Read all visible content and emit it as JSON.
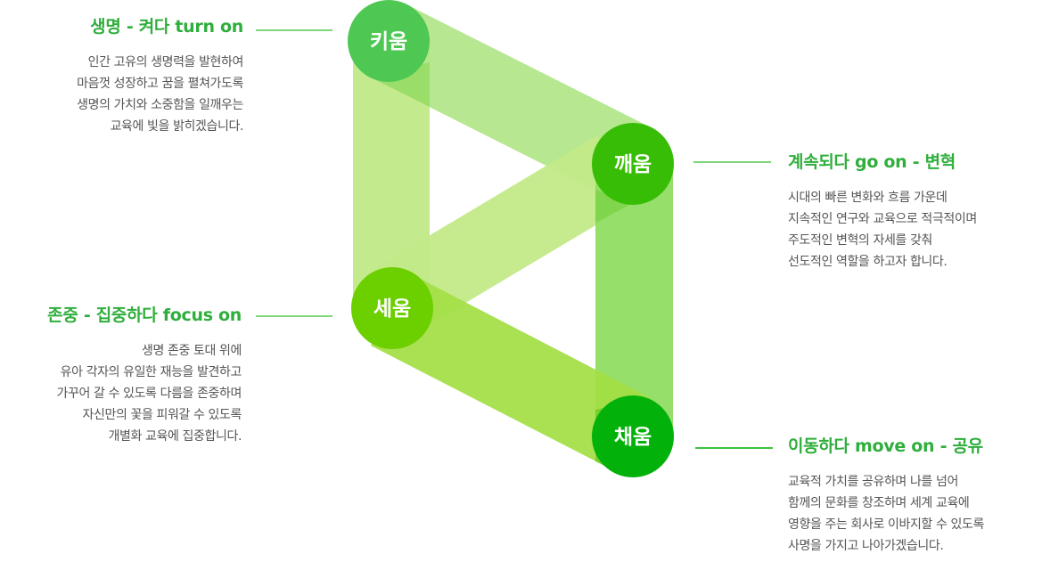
{
  "colors": {
    "title_green": "#2fae3c",
    "body_text": "#555555",
    "connector_light": "#7fd67a",
    "connector_dark": "#3cc23c",
    "node_kium": "#4fc853",
    "node_kkaeum": "#37bd05",
    "node_seum": "#6ccf00",
    "node_chaeum": "#03b10b",
    "band_left_vertical": "#c4ea8e",
    "band_top_diagonal": "#b3e68a",
    "band_middle_diagonal": "#c3ea88",
    "band_right_vertical": "#8edc5e",
    "band_bottom_diagonal": "#a3de44"
  },
  "nodes": [
    {
      "id": "kium",
      "label": "키움"
    },
    {
      "id": "kkaeum",
      "label": "깨움"
    },
    {
      "id": "seum",
      "label": "세움"
    },
    {
      "id": "chaeum",
      "label": "채움"
    }
  ],
  "blocks": {
    "life": {
      "title": "생명 - 켜다 turn on",
      "lines": [
        "인간 고유의 생명력을 발현하여",
        "마음껏 성장하고 꿈을 펼쳐가도록",
        "생명의 가치와 소중함을 일깨우는",
        "교육에 빛을 밝히겠습니다."
      ]
    },
    "respect": {
      "title": "존중 - 집중하다 focus on",
      "lines": [
        "생명 존중 토대 위에",
        "유아 각자의 유일한 재능을 발견하고",
        "가꾸어 갈 수 있도록 다름을 존중하며",
        "자신만의 꽃을 피워갈 수 있도록",
        "개별화 교육에 집중합니다."
      ]
    },
    "change": {
      "title": "계속되다 go on - 변혁",
      "lines": [
        "시대의 빠른 변화와 흐름 가운데",
        "지속적인 연구와 교육으로 적극적이며",
        "주도적인 변혁의 자세를 갖춰",
        "선도적인 역할을 하고자 합니다."
      ]
    },
    "share": {
      "title": "이동하다 move on - 공유",
      "lines": [
        "교육적 가치를 공유하며 나를 넘어",
        "함께의 문화를 창조하며 세계 교육에",
        "영향을 주는 회사로 이바지할 수 있도록",
        "사명을 가지고 나아가겠습니다."
      ]
    }
  }
}
